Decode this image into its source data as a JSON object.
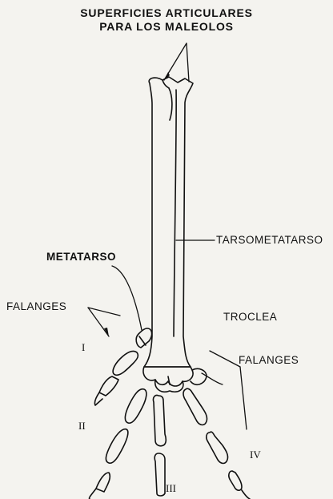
{
  "title": {
    "line1": "SUPERFICIES ARTICULARES",
    "line2": "PARA LOS MALEOLOS"
  },
  "labels": {
    "tarsometatarso": "TARSOMETATARSO",
    "metatarso": "METATARSO",
    "falanges_left": "FALANGES",
    "troclea": "TROCLEA",
    "falanges_right": "FALANGES"
  },
  "digits": {
    "i": "I",
    "ii": "II",
    "iii": "III",
    "iv": "IV"
  },
  "colors": {
    "ink": "#111111",
    "paper": "#f4f3ef"
  }
}
